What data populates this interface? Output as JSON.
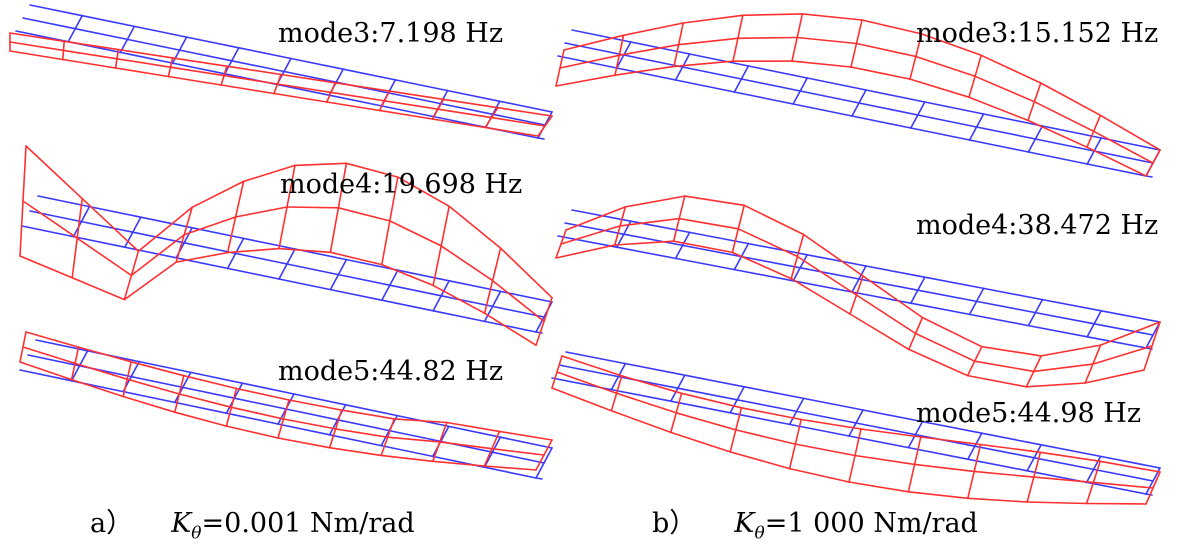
{
  "colors": {
    "undeformed": "#3a3aff",
    "deformed": "#ff3030",
    "text": "#000000"
  },
  "panels": [
    {
      "caption": {
        "letter": "a）",
        "symbol": "K",
        "subscript": "θ",
        "value": "=0.001 Nm/rad"
      },
      "modes": [
        {
          "label": "mode3:7.198 Hz"
        },
        {
          "label": "mode4:19.698 Hz"
        },
        {
          "label": "mode5:44.82 Hz"
        }
      ]
    },
    {
      "caption": {
        "letter": "b）",
        "symbol": "K",
        "subscript": "θ",
        "value": "=1 000 Nm/rad"
      },
      "modes": [
        {
          "label": "mode3:15.152 Hz"
        },
        {
          "label": "mode4:38.472 Hz"
        },
        {
          "label": "mode5:44.98 Hz"
        }
      ]
    }
  ]
}
